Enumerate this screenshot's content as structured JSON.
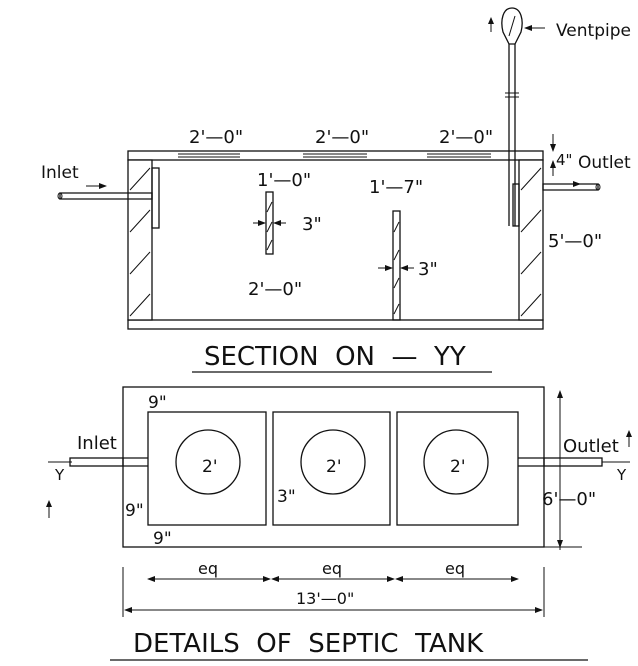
{
  "section": {
    "title": "SECTION  ON  —  YY",
    "labels": {
      "ventpipe": "Ventpipe",
      "inlet": "Inlet",
      "outlet": "Outlet",
      "slab_thickness": "4\"",
      "slab_1": "2'—0\"",
      "slab_2": "2'—0\"",
      "slab_3": "2'—0\"",
      "baffle_1_depth": "1'—0\"",
      "baffle_2_depth": "1'—7\"",
      "baffle_1_thickness": "3\"",
      "baffle_2_thickness": "3\"",
      "baffle_gap": "2'—0\"",
      "tank_depth": "5'—0\""
    }
  },
  "plan": {
    "title": "DETAILS  OF  SEPTIC  TANK",
    "labels": {
      "inlet": "Inlet",
      "outlet": "Outlet",
      "section_mark_left": "Y",
      "section_mark_right": "Y",
      "wall_top": "9\"",
      "wall_left": "9\"",
      "wall_bottom": "9\"",
      "partition": "3\"",
      "width": "6'—0\"",
      "length": "13'—0\"",
      "chamber_1": "eq",
      "chamber_2": "eq",
      "chamber_3": "eq",
      "manhole_1": "2'",
      "manhole_2": "2'",
      "manhole_3": "2'"
    }
  }
}
